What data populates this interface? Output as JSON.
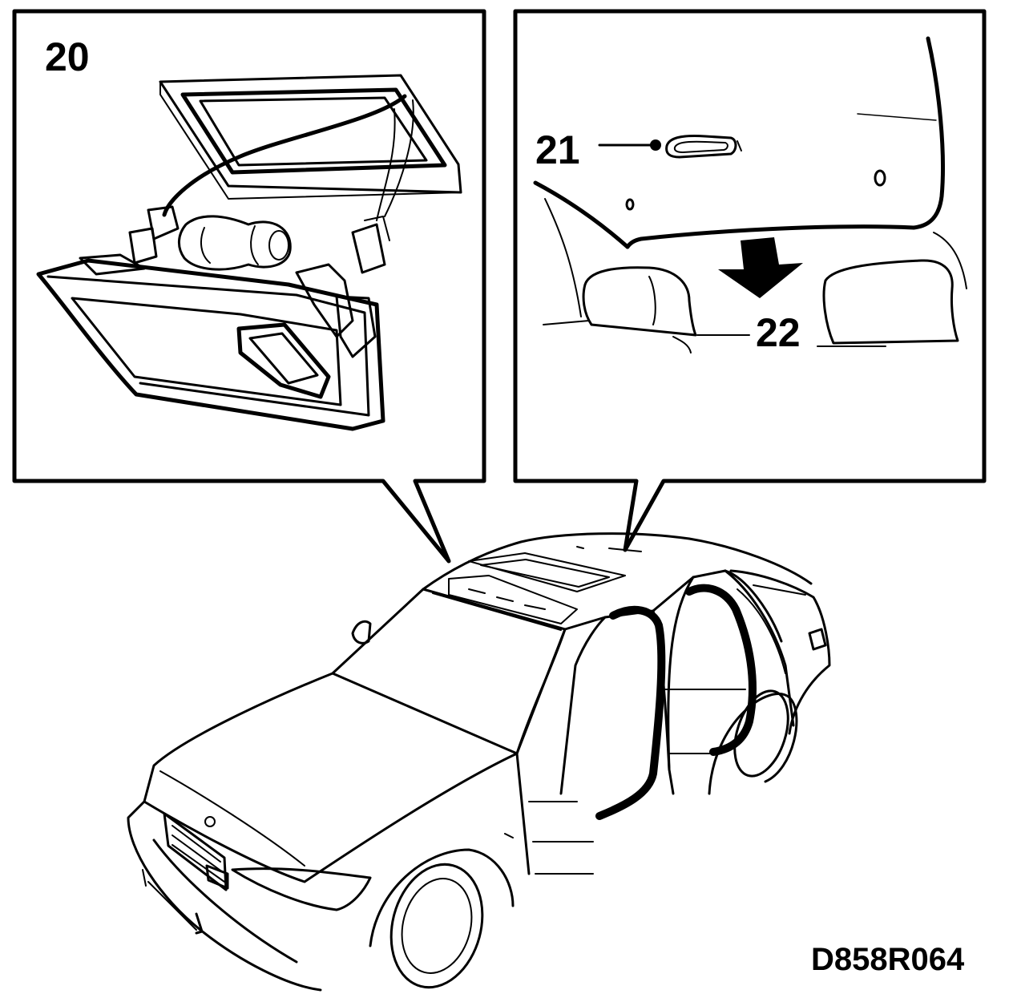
{
  "labels": {
    "part_20": "20",
    "part_21": "21",
    "part_22": "22",
    "figure_code": "D858R064"
  },
  "colors": {
    "ink": "#000000",
    "paper": "#ffffff"
  }
}
